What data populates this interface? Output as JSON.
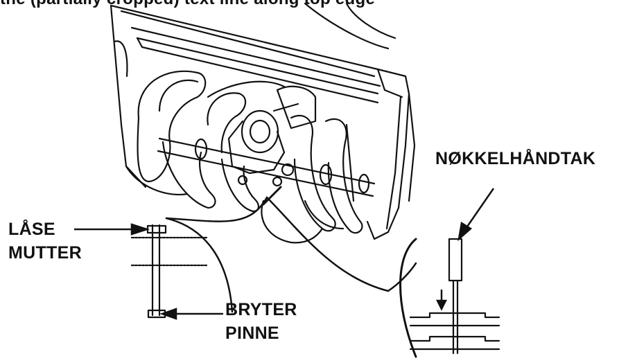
{
  "caption_top": "the (partially cropped) text line along top edge",
  "labels": {
    "key_handle": "NØKKELHÅNDTAK",
    "lock_nut_line1": "LÅSE",
    "lock_nut_line2": "MUTTER",
    "shear_pin_line1": "BRYTER",
    "shear_pin_line2": "PINNE"
  },
  "colors": {
    "ink": "#111111",
    "background": "#ffffff"
  }
}
